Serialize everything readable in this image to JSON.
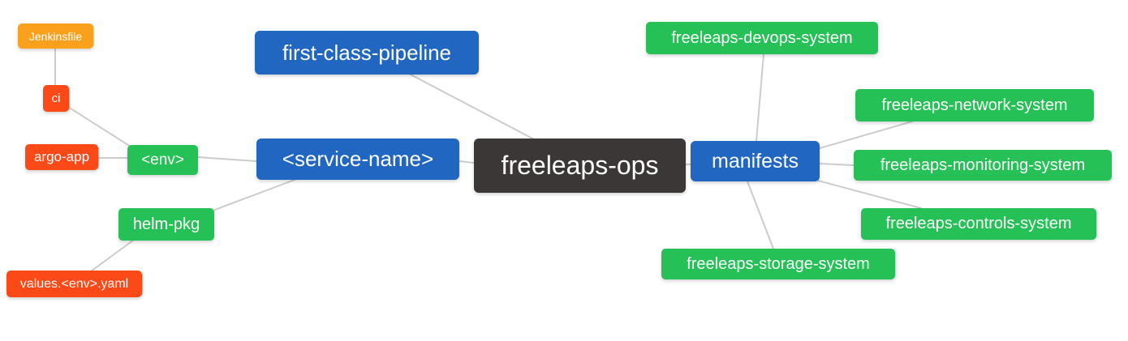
{
  "diagram": {
    "colors": {
      "root_bg": "#3b3736",
      "branch_bg": "#2166c0",
      "leaf_green_bg": "#25c157",
      "leaf_red_bg": "#fb4a17",
      "leaf_amber_bg": "#f9a11c",
      "connector": "#cccccc",
      "text": "#ffffff"
    },
    "nodes": {
      "freeleaps_ops": {
        "label": "freeleaps-ops"
      },
      "first_class_pipeline": {
        "label": "first-class-pipeline"
      },
      "service_name": {
        "label": "<service-name>"
      },
      "env": {
        "label": "<env>"
      },
      "ci": {
        "label": "ci"
      },
      "jenkinsfile": {
        "label": "Jenkinsfile"
      },
      "argo_app": {
        "label": "argo-app"
      },
      "helm_pkg": {
        "label": "helm-pkg"
      },
      "values_env_yaml": {
        "label": "values.<env>.yaml"
      },
      "manifests": {
        "label": "manifests"
      },
      "devops_system": {
        "label": "freeleaps-devops-system"
      },
      "network_system": {
        "label": "freeleaps-network-system"
      },
      "monitoring_system": {
        "label": "freeleaps-monitoring-system"
      },
      "controls_system": {
        "label": "freeleaps-controls-system"
      },
      "storage_system": {
        "label": "freeleaps-storage-system"
      }
    },
    "edges": [
      {
        "from": "jenkinsfile",
        "to": "ci"
      },
      {
        "from": "ci",
        "to": "env"
      },
      {
        "from": "argo_app",
        "to": "env"
      },
      {
        "from": "env",
        "to": "service_name"
      },
      {
        "from": "helm_pkg",
        "to": "service_name"
      },
      {
        "from": "values_env_yaml",
        "to": "helm_pkg"
      },
      {
        "from": "first_class_pipeline",
        "to": "freeleaps_ops"
      },
      {
        "from": "service_name",
        "to": "freeleaps_ops"
      },
      {
        "from": "freeleaps_ops",
        "to": "manifests"
      },
      {
        "from": "manifests",
        "to": "devops_system"
      },
      {
        "from": "manifests",
        "to": "network_system"
      },
      {
        "from": "manifests",
        "to": "monitoring_system"
      },
      {
        "from": "manifests",
        "to": "controls_system"
      },
      {
        "from": "manifests",
        "to": "storage_system"
      }
    ]
  }
}
